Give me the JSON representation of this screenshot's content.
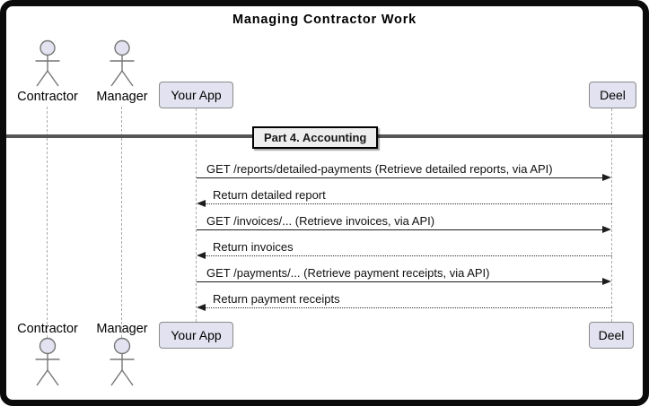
{
  "title": "Managing Contractor Work",
  "divider": {
    "label": "Part 4. Accounting"
  },
  "actors": [
    {
      "name": "Contractor"
    },
    {
      "name": "Manager"
    }
  ],
  "participants": [
    {
      "name": "Your App"
    },
    {
      "name": "Deel"
    }
  ],
  "messages": [
    {
      "from": "Your App",
      "to": "Deel",
      "style": "solid-right",
      "label": "GET /reports/detailed-payments (Retrieve detailed reports, via API)"
    },
    {
      "from": "Deel",
      "to": "Your App",
      "style": "dotted-left",
      "label": "Return detailed report"
    },
    {
      "from": "Your App",
      "to": "Deel",
      "style": "solid-right",
      "label": "GET /invoices/... (Retrieve invoices, via API)"
    },
    {
      "from": "Deel",
      "to": "Your App",
      "style": "dotted-left",
      "label": "Return invoices"
    },
    {
      "from": "Your App",
      "to": "Deel",
      "style": "solid-right",
      "label": "GET /payments/... (Retrieve payment receipts, via API)"
    },
    {
      "from": "Deel",
      "to": "Your App",
      "style": "dotted-left",
      "label": "Return payment receipts"
    }
  ],
  "colors": {
    "participant_fill": "#E2E2F0",
    "participant_border": "#8A8A8A",
    "lifeline": "#ABABAB",
    "divider_fill": "#EEEEEE",
    "divider_border": "#000000",
    "arrow": "#1D1D1D",
    "frame": "#0B0B0B",
    "background": "#FFFFFF"
  }
}
